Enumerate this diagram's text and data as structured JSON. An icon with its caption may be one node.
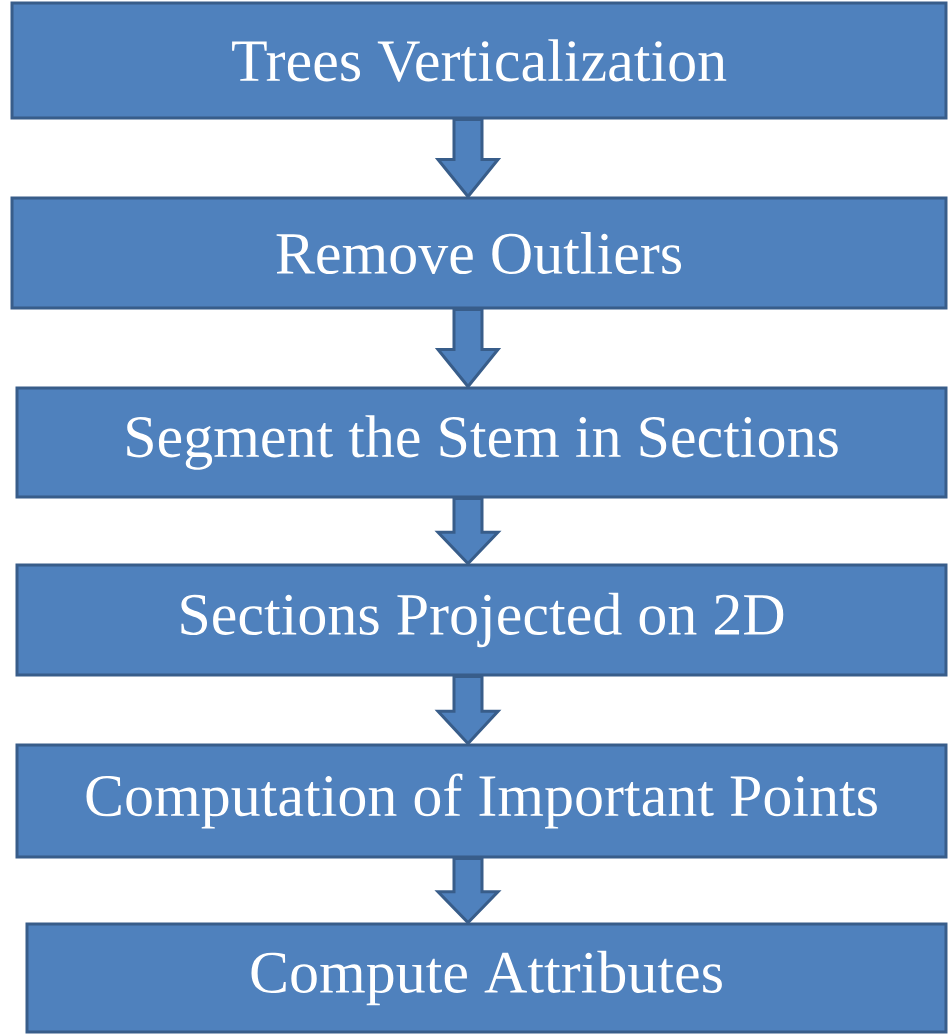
{
  "diagram": {
    "nodes": [
      {
        "text": [
          "Trees Verticalization"
        ]
      },
      {
        "text": [
          "Remove Outliers"
        ]
      },
      {
        "text": [
          "Segment the Stem in Sections"
        ]
      },
      {
        "text": [
          "Sections Projected on 2D"
        ]
      },
      {
        "text": [
          "Computation of Important Points"
        ]
      },
      {
        "text": [
          "Compute Attributes"
        ]
      }
    ],
    "edges": [
      {
        "from": 0,
        "to": 1,
        "arrow": "to"
      },
      {
        "from": 1,
        "to": 2,
        "arrow": "to"
      },
      {
        "from": 2,
        "to": 3,
        "arrow": "to"
      },
      {
        "from": 3,
        "to": 4,
        "arrow": "to"
      },
      {
        "from": 4,
        "to": 5,
        "arrow": "to"
      }
    ]
  }
}
